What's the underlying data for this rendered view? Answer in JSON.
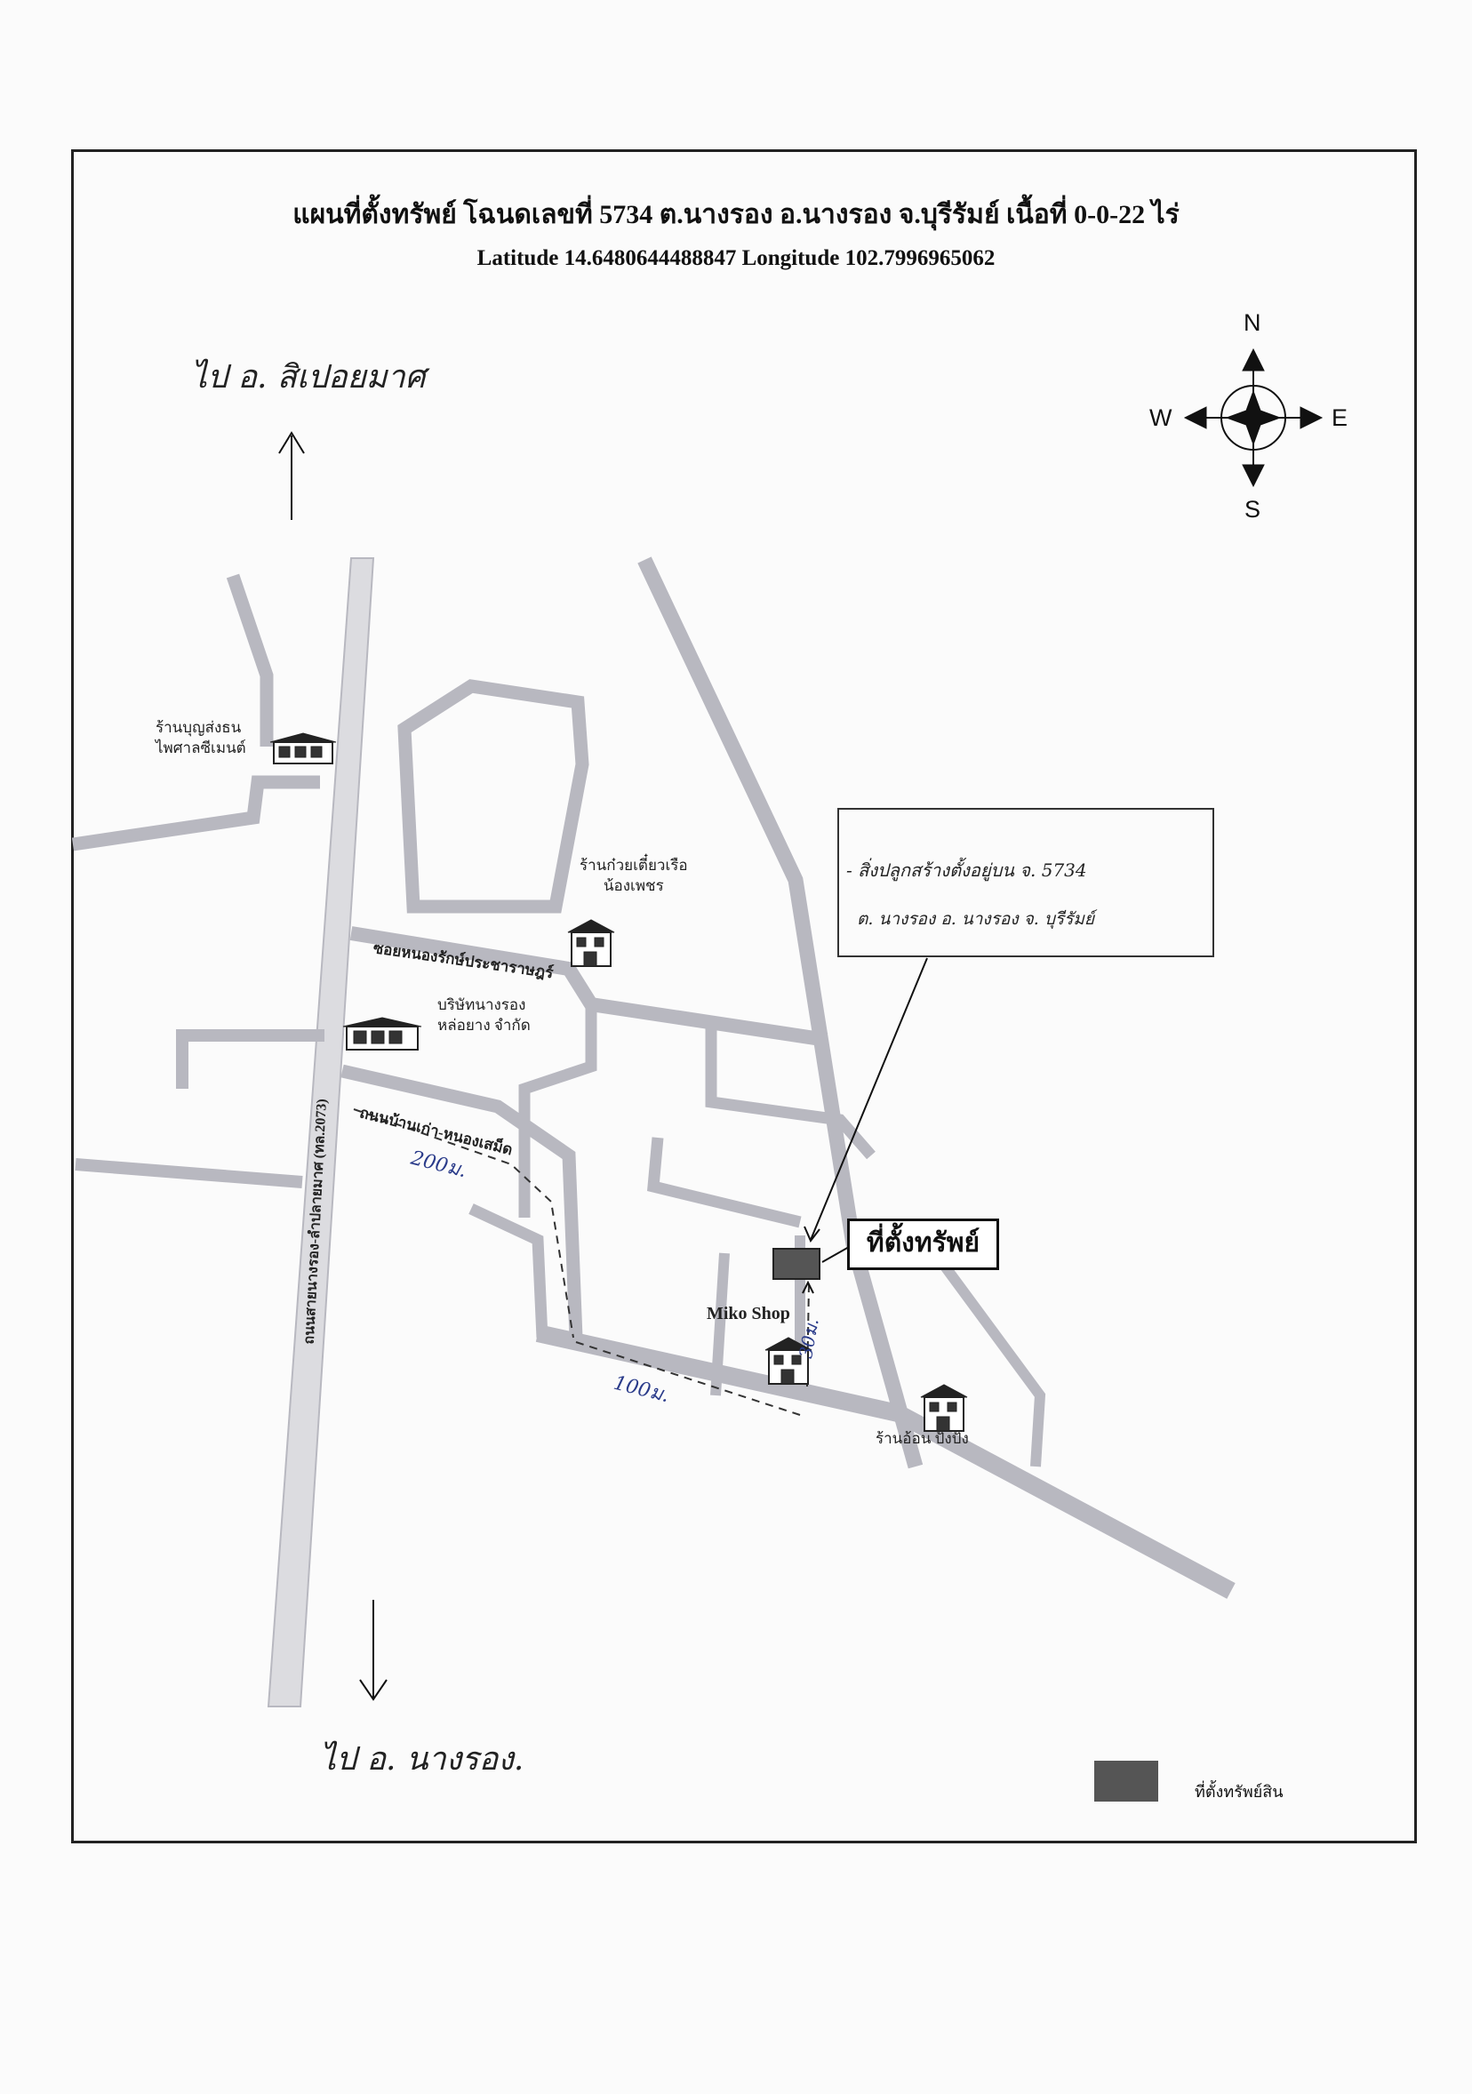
{
  "header": {
    "title": "แผนที่ตั้งทรัพย์ โฉนดเลขที่ 5734 ต.นางรอง อ.นางรอง จ.บุรีรัมย์ เนื้อที่ 0-0-22 ไร่",
    "coords": "Latitude 14.6480644488847 Longitude  102.7996965062"
  },
  "compass": {
    "n": "N",
    "s": "S",
    "e": "E",
    "w": "W"
  },
  "directions": {
    "north": "ไป อ. สิเปอยมาศ",
    "south": "ไป อ. นางรอง."
  },
  "landmarks": {
    "store1_line1": "ร้านบุญส่งธน",
    "store1_line2": "ไพศาลซีเมนต์",
    "noodle_line1": "ร้านก๋วยเตี๋ยวเรือ",
    "noodle_line2": "น้องเพชร",
    "company_line1": "บริษัทนางรอง",
    "company_line2": "หล่อยาง จำกัด",
    "miko": "Miko Shop",
    "shop_east": "ร้านอ้อน ปังปัง"
  },
  "roads": {
    "soi": "ซอยหนองรักษ์ประชาราษฎร์",
    "old_road": "ถนนบ้านเก่า-หนองเสม็ด",
    "highway": "ถนนสายนางรอง-ลำปลายมาศ (ทล.2073)"
  },
  "distances": {
    "d200": "200ม.",
    "d100": "100ม.",
    "d30": "30ม."
  },
  "callout": {
    "line1": "- สิ่งปลูกสร้างตั้งอยู่บน จ. 5734",
    "line2": "ต. นางรอง อ. นางรอง จ. บุรีรัมย์"
  },
  "property_label": "ที่ตั้งทรัพย์",
  "legend": {
    "label": "ที่ตั้งทรัพย์สิน"
  },
  "colors": {
    "road": "#d8d8dc",
    "road_edge": "#b9b9c0",
    "property": "#555555"
  }
}
